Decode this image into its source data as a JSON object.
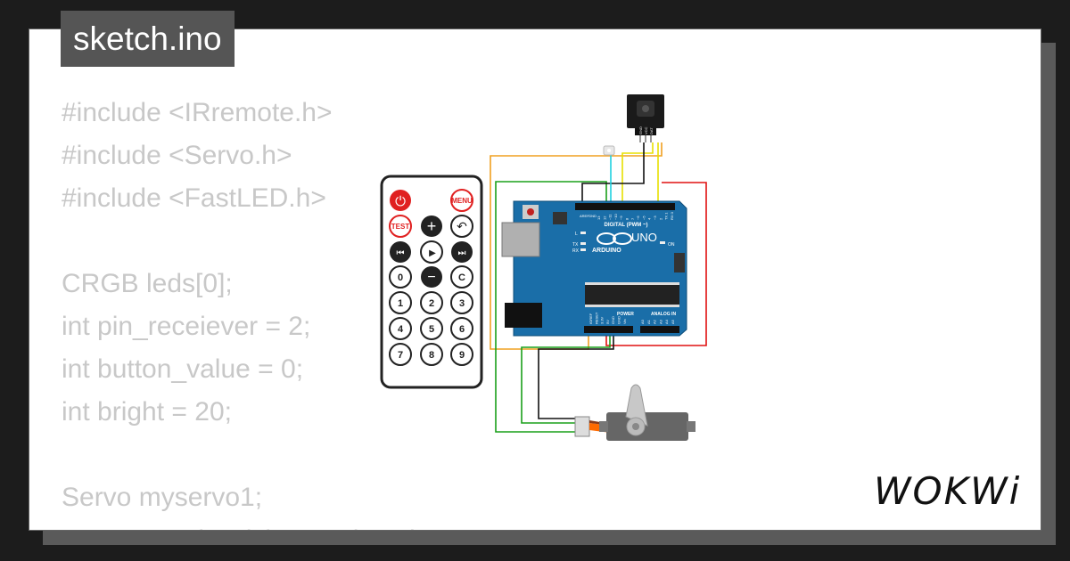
{
  "file_tab": {
    "title": "sketch.ino"
  },
  "code": {
    "lines": [
      "#include <IRremote.h>",
      "#include <Servo.h>",
      "#include <FastLED.h>",
      "",
      "CRGB leds[0];",
      "int pin_receiever = 2;",
      "int button_value = 0;",
      "int bright = 20;",
      "",
      "Servo myservo1;",
      "IRrecv receiver(pin_receiever);"
    ]
  },
  "remote": {
    "power": "⏻",
    "menu": "MENU",
    "test": "TEST",
    "plus": "+",
    "back": "↶",
    "prev": "⏮",
    "play": "▶",
    "next": "⏭",
    "zero": "0",
    "minus": "−",
    "clear": "C",
    "digits": [
      "1",
      "2",
      "3",
      "4",
      "5",
      "6",
      "7",
      "8",
      "9"
    ]
  },
  "arduino": {
    "model": "UNO",
    "brand": "ARDUINO",
    "digital_label": "DIGITAL (PWM ~)",
    "on_label": "ON",
    "power_label": "POWER",
    "analog_label": "ANALOG IN",
    "aref": "AREF",
    "gnd": "GND",
    "led_l": "L",
    "tx": "TX",
    "rx": "RX",
    "digital_pins": [
      "13",
      "12",
      "~11",
      "~10",
      "~9",
      "8",
      "7",
      "~6",
      "~5",
      "4",
      "~3",
      "2",
      "TX 1",
      "RX 0"
    ],
    "power_pins": [
      "IOREF",
      "RESET",
      "3.3V",
      "5V",
      "GND",
      "GND",
      "Vin"
    ],
    "analog_pins": [
      "A0",
      "A1",
      "A2",
      "A3",
      "A4",
      "A5"
    ]
  },
  "ir_receiver": {
    "pins": [
      "GND",
      "VCC",
      "DAT"
    ]
  },
  "brand": {
    "logo": "WOKWi"
  },
  "colors": {
    "background": "#1c1c1c",
    "board": "#1a6ea8",
    "wire_orange": "#f0a020",
    "wire_green": "#1aa01a",
    "wire_red": "#e01010",
    "wire_yellow": "#e8e000",
    "wire_cyan": "#20d0e0",
    "wire_black": "#111111"
  }
}
